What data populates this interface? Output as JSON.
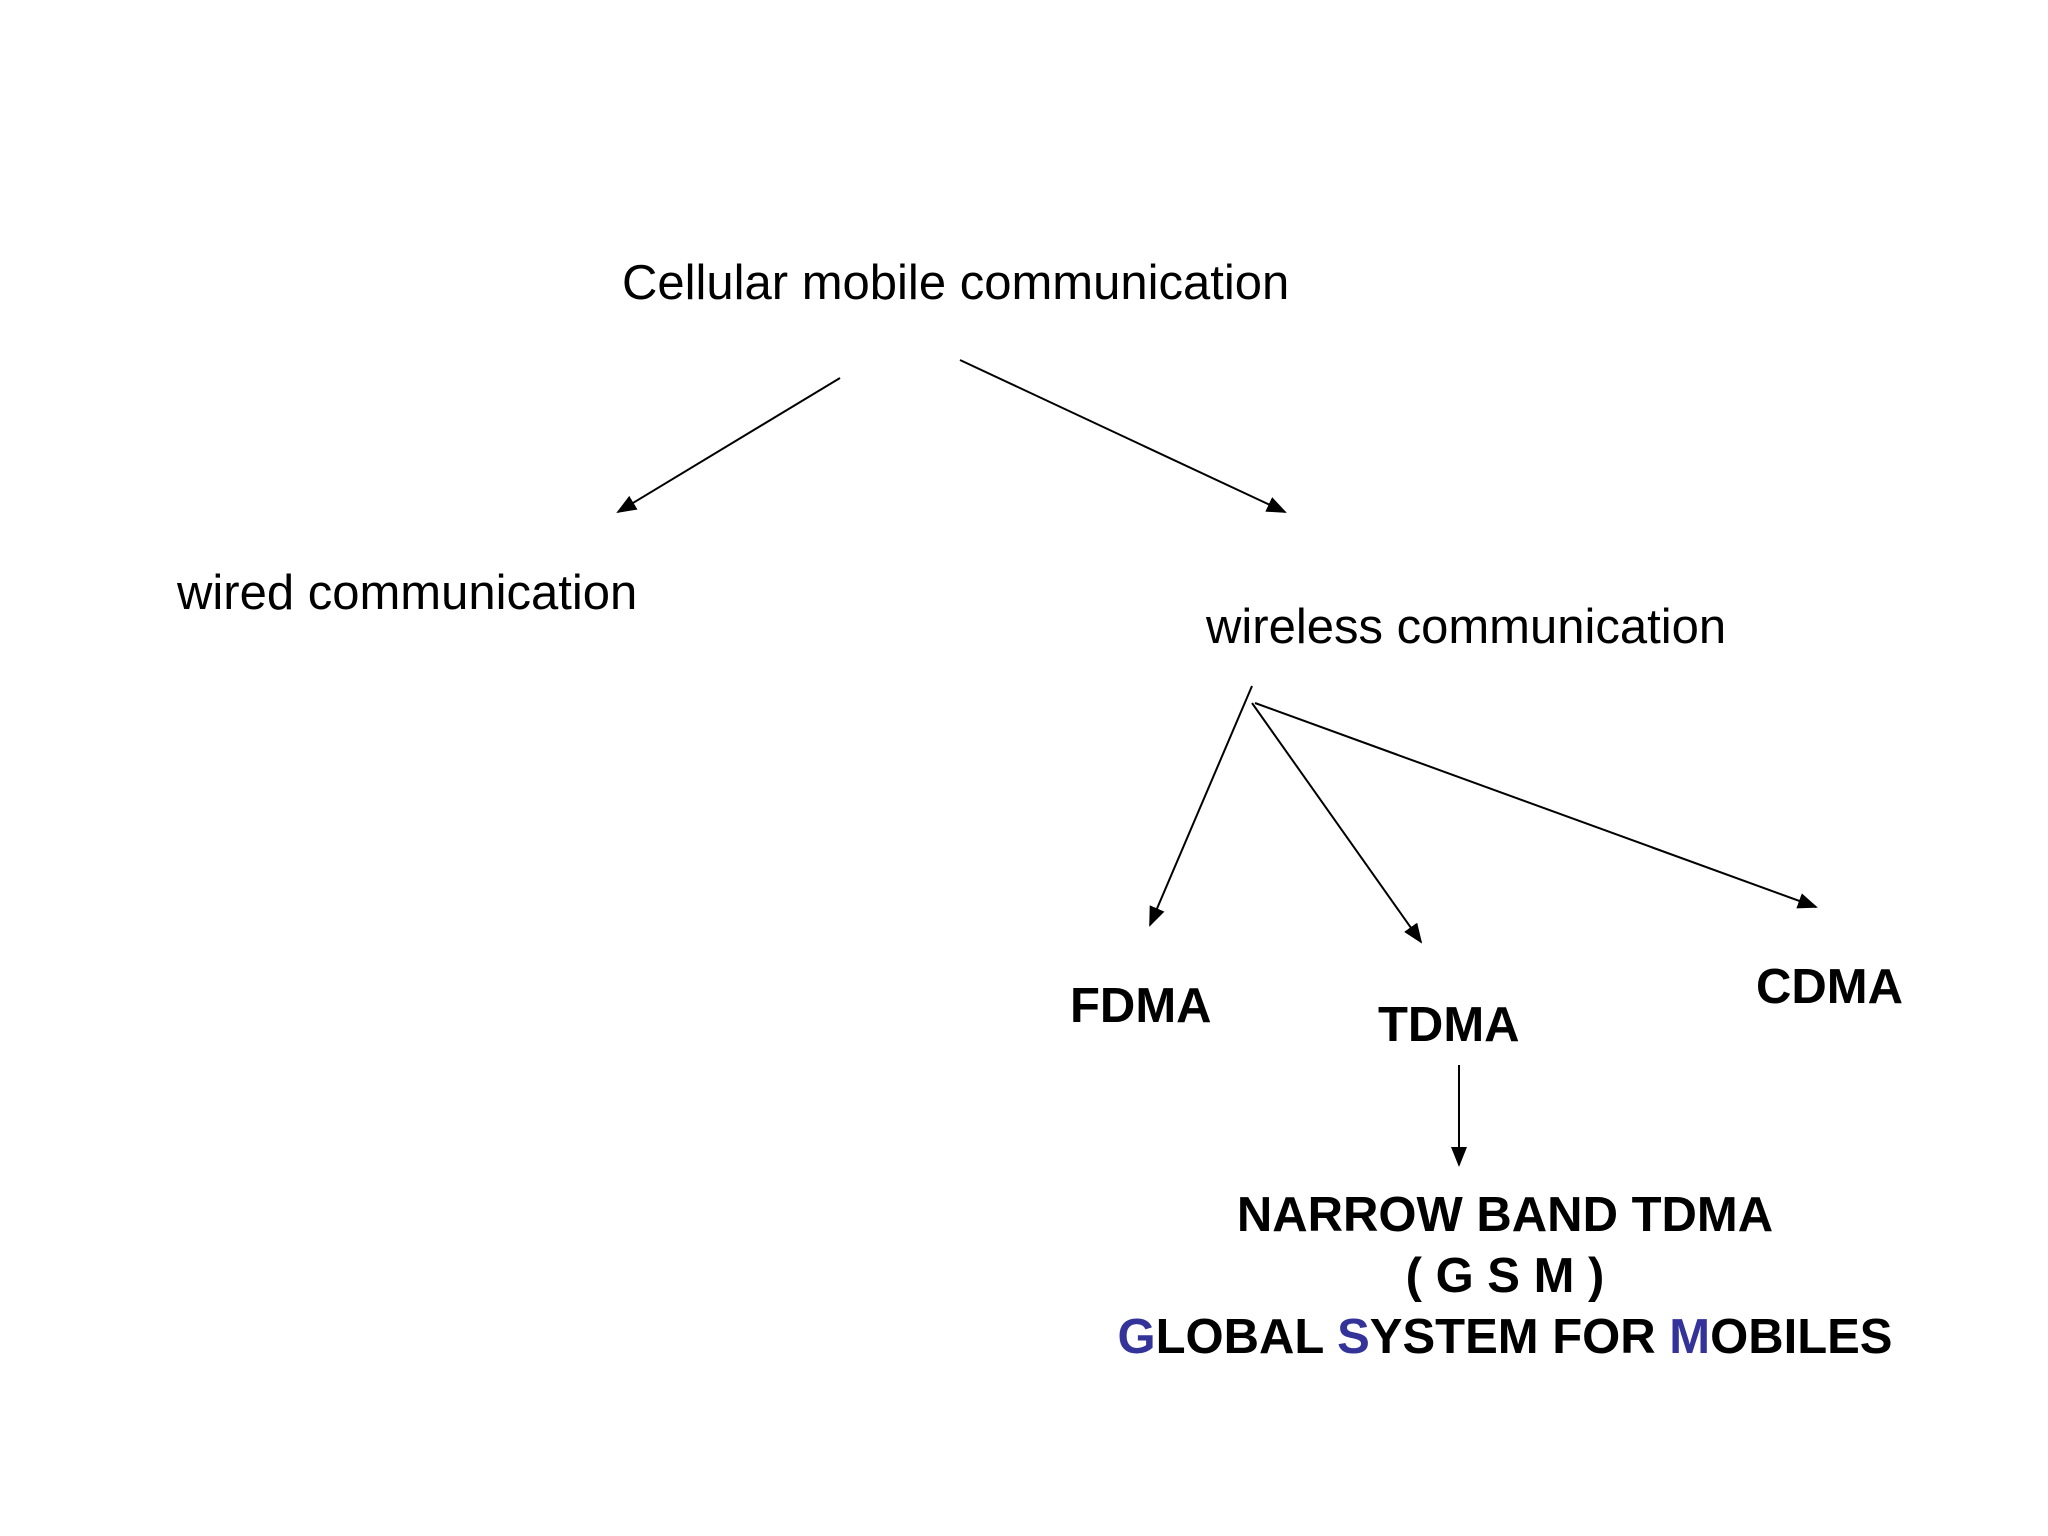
{
  "nodes": {
    "root": "Cellular mobile communication",
    "wired": "wired communication",
    "wireless": "wireless communication",
    "fdma": "FDMA",
    "tdma": "TDMA",
    "cdma": "CDMA"
  },
  "gsm": {
    "line1": "NARROW BAND TDMA",
    "line2": "( G S M )",
    "line3_parts": [
      {
        "text": "G",
        "accent": true
      },
      {
        "text": "LOBAL ",
        "accent": false
      },
      {
        "text": "S",
        "accent": true
      },
      {
        "text": "YSTEM FOR ",
        "accent": false
      },
      {
        "text": "M",
        "accent": true
      },
      {
        "text": "OBILES",
        "accent": false
      }
    ]
  },
  "colors": {
    "text": "#000000",
    "accent": "#333399",
    "arrow": "#000000"
  }
}
